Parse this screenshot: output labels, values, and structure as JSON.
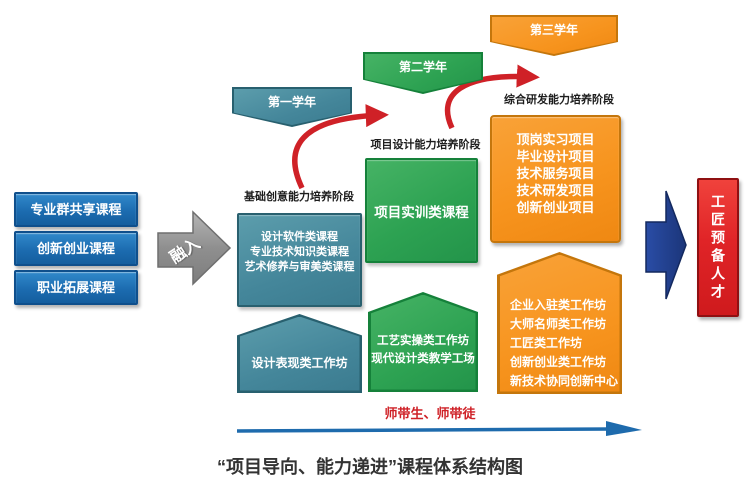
{
  "palette": {
    "blue_box": "#1c6cb0",
    "teal": "#44869a",
    "green": "#2da252",
    "orange": "#f7941e",
    "red": "#e02427",
    "navy": "#20408f",
    "gray_arrow": "#909090",
    "curved_arrow_red": "#cf2127",
    "bottom_arrow_blue": "#1e6bad"
  },
  "left_courses": [
    "专业群共享课程",
    "创新创业课程",
    "职业拓展课程"
  ],
  "merge_arrow_label": "融入",
  "years": {
    "year1": "第一学年",
    "year2": "第二学年",
    "year3": "第三学年"
  },
  "stage_labels": {
    "basic": "基础创意能力培养阶段",
    "design": "项目设计能力培养阶段",
    "rnd": "综合研发能力培养阶段"
  },
  "foundation_box_lines": [
    "设计软件类课程",
    "专业技术知识类课程",
    "艺术修养与审美类课程"
  ],
  "training_box_label": "项目实训类课程",
  "project_box_lines": [
    "顶岗实习项目",
    "毕业设计项目",
    "技术服务项目",
    "技术研发项目",
    "创新创业项目"
  ],
  "workshops": {
    "design_workshop": "设计表现类工作坊",
    "craft_lines": [
      "工艺实操类工作坊",
      "现代设计类教学工场"
    ],
    "enterprise_lines": [
      "企业入驻类工作坊",
      "大师名师类工作坊",
      "工匠类工作坊",
      "创新创业类工作坊",
      "新技术协同创新中心"
    ]
  },
  "outcome_label": "工匠预备人才",
  "mentoring_label": "师带生、师带徒",
  "caption": "“项目导向、能力递进”课程体系结构图"
}
